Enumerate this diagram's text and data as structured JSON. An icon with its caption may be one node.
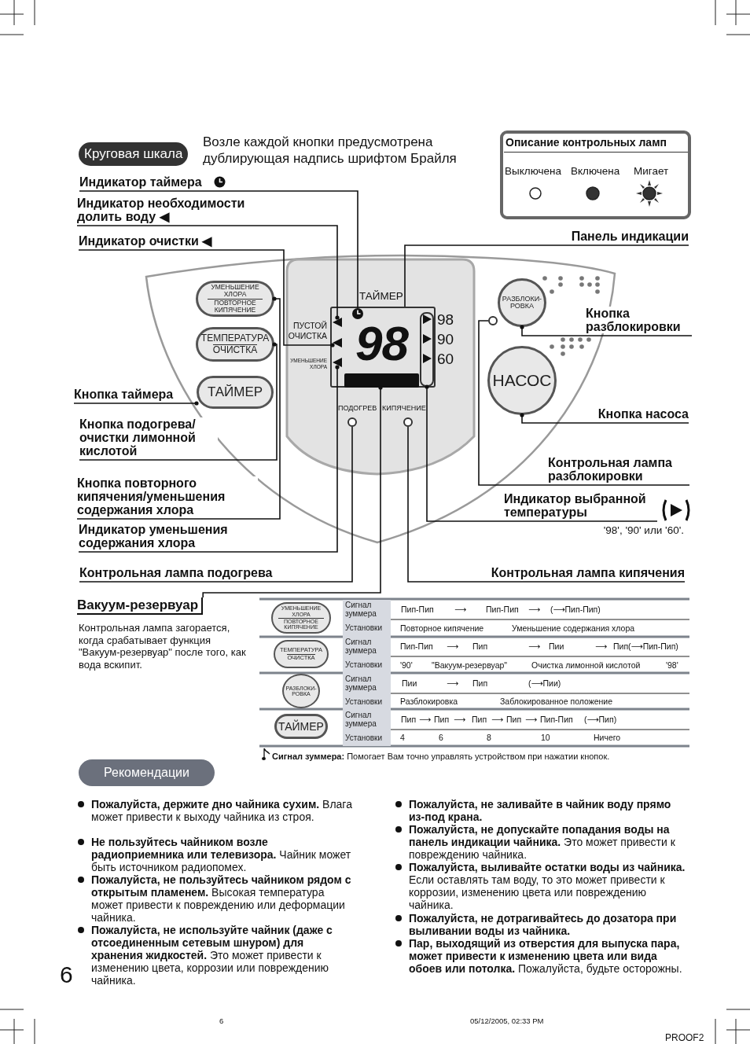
{
  "diagram": {
    "nodes": [
      {
        "text": [
          "Индикатор таймера"
        ]
      },
      {
        "text": [
          "Индикатор необходимости долить воду ◀"
        ]
      },
      {
        "text": [
          "Индикатор очистки ◀"
        ]
      },
      {
        "text": [
          "Панель индикации"
        ]
      },
      {
        "text": [
          "Кнопка разблокировки"
        ]
      },
      {
        "text": [
          "Кнопка таймера"
        ]
      },
      {
        "text": [
          "Кнопка насоса"
        ]
      },
      {
        "text": [
          "Кнопка подогрева/очистки лимонной кислотой"
        ]
      },
      {
        "text": [
          "Контрольная лампа разблокировки"
        ]
      },
      {
        "text": [
          "Кнопка повторного кипячения/уменьшения содержания хлора"
        ]
      },
      {
        "text": [
          "Индикатор выбранной температуры"
        ],
        "beside": [
          "'98', '90' или '60'."
        ]
      },
      {
        "text": [
          "Индикатор уменьшения содержания хлора"
        ]
      },
      {
        "text": [
          "Контрольная лампа подогрева"
        ]
      },
      {
        "text": [
          "Контрольная лампа кипячения"
        ]
      },
      {
        "text": [
          "Вакуум-резервуар"
        ],
        "beside": [
          "Контрольная лампа загорается, когда срабатывает функция \"Вакуум-резервуар\" после того, как вода вскипит."
        ]
      },
      {
        "text": [
          "УМЕНЬШЕНИЕ ХЛОРА",
          "ПОВТОРНОЕ КИПЯЧЕНИЕ"
        ]
      },
      {
        "text": [
          "ТЕМПЕРАТУРА",
          "ОЧИСТКА"
        ]
      },
      {
        "text": [
          "ТАЙМЕР"
        ]
      },
      {
        "text": [
          "98"
        ]
      },
      {
        "text": [],
        "shape": "circle",
        "in": 18
      },
      {
        "text": [],
        "shape": "triangle",
        "in": 18
      },
      {
        "text": [],
        "shape": "triangle",
        "in": 18
      },
      {
        "text": [],
        "shape": "triangle",
        "in": 18
      },
      {
        "text": [],
        "shape": "bar",
        "in": 18
      },
      {
        "text": [],
        "shape": "box",
        "in": 18,
        "beside": [
          "98",
          "90",
          "60"
        ]
      },
      {
        "text": [],
        "shape": "circle",
        "beside": [
          "ПОДОГРЕВ"
        ]
      },
      {
        "text": [],
        "shape": "circle",
        "beside": [
          "КИПЯЧЕНИЕ"
        ]
      },
      {
        "text": [
          "РАЗБЛОКИ- РОВКА"
        ]
      },
      {
        "text": [],
        "shape": "circle"
      },
      {
        "text": [
          "НАСОС"
        ]
      },
      {
        "text": [
          "УМЕНЬШЕНИЕ ХЛОРА",
          "ПОВТОРНОЕ КИПЯЧЕНИЕ"
        ]
      },
      {
        "text": [
          "ТЕМПЕРАТУРА",
          "ОЧИСТКА"
        ]
      },
      {
        "text": [
          "РАЗБЛОКИ- РОВКА"
        ]
      },
      {
        "text": [
          "ТАЙМЕР"
        ]
      }
    ],
    "edges": [
      {
        "from": 0,
        "to": 19,
        "arrow": "none"
      },
      {
        "from": 1,
        "to": 20,
        "arrow": "other"
      },
      {
        "from": 2,
        "to": 21,
        "arrow": "other"
      },
      {
        "from": 3,
        "to": 18,
        "arrow": "none"
      },
      {
        "from": 4,
        "to": 27,
        "arrow": "other"
      },
      {
        "from": 5,
        "to": 17,
        "arrow": "other"
      },
      {
        "from": 6,
        "to": 29,
        "arrow": "other"
      },
      {
        "from": 7,
        "to": 16,
        "arrow": "other"
      },
      {
        "from": 8,
        "to": 28,
        "arrow": "none"
      },
      {
        "from": 9,
        "to": 15,
        "arrow": "other"
      },
      {
        "from": 10,
        "to": 24,
        "arrow": "other"
      },
      {
        "from": 11,
        "to": 22,
        "arrow": "other"
      },
      {
        "from": 12,
        "to": 25,
        "arrow": "none"
      },
      {
        "from": 13,
        "to": 26,
        "arrow": "none"
      },
      {
        "from": 14,
        "to": 23,
        "arrow": "other"
      }
    ],
    "labels": [
      "Круговая шкала",
      "Возле каждой кнопки предусмотрена дублирующая надпись шрифтом Брайля",
      "Описание контрольных ламп",
      "ТАЙМЕР",
      "ПУСТОЙ ОЧИСТКА",
      "УМЕНЬШЕНИЕ ХЛОРА",
      "Сигнал зуммера",
      "Пип-Пип",
      "⟶",
      "Пип-Пип",
      "⟶",
      "(⟶Пип-Пип)",
      "Установки",
      "Повторное кипячение",
      "Уменьшение содержания хлора",
      "Сигнал зуммера",
      "Пип-Пип",
      "⟶",
      "Пип",
      "⟶",
      "Пии",
      "⟶",
      "Пип(⟶Пип-Пип)",
      "Установки",
      "'90'",
      "\"Вакуум-резервуар\"",
      "Очистка лимонной кислотой",
      "'98'",
      "Сигнал зуммера",
      "Пии",
      "⟶",
      "Пип",
      "(⟶Пии)",
      "Установки",
      "Разблокировка",
      "Заблокированное положение",
      "Сигнал зуммера",
      "Пип",
      "⟶",
      "Пип",
      "⟶",
      "Пип",
      "⟶",
      "Пип",
      "⟶",
      "Пип-Пип",
      "(⟶Пип)",
      "Установки",
      "4",
      "6",
      "8",
      "10",
      "Ничего",
      "**Сигнал зуммера:** Помогает Вам точно управлять устройством при нажатии кнопок.",
      "Рекомендации",
      "**Пожалуйста, держите дно чайника сухим.** Влага может привести к выходу чайника из строя.",
      "**Не пользуйтесь чайником возле радиоприемника или телевизора.** Чайник может быть источником радиопомех.",
      "**Пожалуйста, не пользуйтесь чайником рядом с открытым пламенем.** Высокая температура может привести к повреждению или деформации чайника.",
      "**Пожалуйста, не используйте чайник (даже с отсоединенным сетевым шнуром) для хранения жидкостей.** Это может привести к изменению цвета, коррозии или повреждению чайника.",
      "Пожалуйста, не заливайте в чайник воду прямо из-под крана.",
      "**Пожалуйста, не допускайте попадания воды на панель индикации чайника.** Это может привести к повреждению чайника.",
      "**Пожалуйста, выливайте остатки воды из чайника.** Если оставлять там воду, то это может привести к коррозии, изменению цвета или повреждению чайника.",
      "Пожалуйста, не дотрагивайтесь до дозатора при выливании воды из чайника.",
      "**Пар, выходящий из отверстия для выпуска пара, может привести к изменению цвета или вида обоев или потолка.** Пожалуйста, будьте осторожны.",
      "6",
      "6",
      "05/12/2005, 02:33 PM",
      "PROOF2"
    ],
    "legend": [
      {
        "text": "Выключена"
      },
      {
        "text": "Включена"
      },
      {
        "text": "Мигает"
      }
    ]
  }
}
